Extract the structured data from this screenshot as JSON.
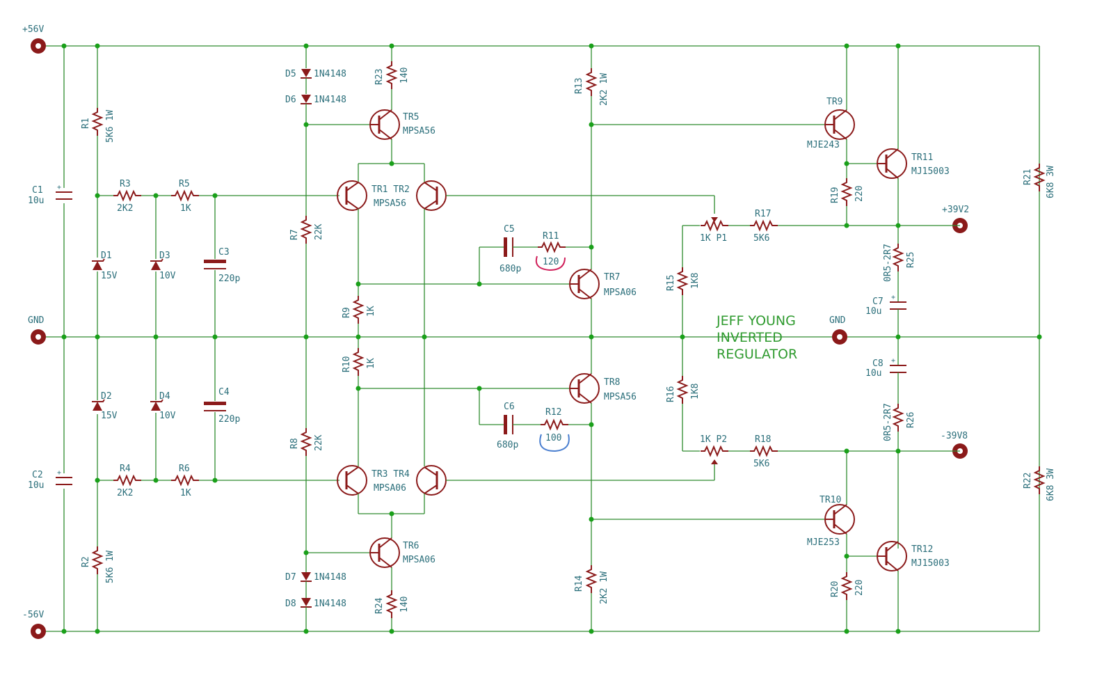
{
  "title_lines": [
    "JEFF YOUNG",
    "INVERTED",
    "REGULATOR"
  ],
  "rails": {
    "pos": "+56V",
    "gnd": "GND",
    "neg": "-56V",
    "out_pos": "+39V2",
    "out_gnd": "GND",
    "out_neg": "-39V8"
  },
  "labels": {
    "c1": "C1",
    "c1v": "10u",
    "c2": "C2",
    "c2v": "10u",
    "r1": "R1",
    "r1v": "5K6 1W",
    "r2": "R2",
    "r2v": "5K6 1W",
    "r3": "R3",
    "r3v": "2K2",
    "r4": "R4",
    "r4v": "2K2",
    "r5": "R5",
    "r5v": "1K",
    "r6": "R6",
    "r6v": "1K",
    "d1": "D1",
    "d1v": "15V",
    "d2": "D2",
    "d2v": "15V",
    "d3": "D3",
    "d3v": "10V",
    "d4": "D4",
    "d4v": "10V",
    "c3": "C3",
    "c3v": "220p",
    "c4": "C4",
    "c4v": "220p",
    "d5": "D5",
    "d5v": "1N4148",
    "d6": "D6",
    "d6v": "1N4148",
    "d7": "D7",
    "d7v": "1N4148",
    "d8": "D8",
    "d8v": "1N4148",
    "r7": "R7",
    "r7v": "22K",
    "r8": "R8",
    "r8v": "22K",
    "r23": "R23",
    "r23v": "140",
    "r24": "R24",
    "r24v": "140",
    "tr5": "TR5",
    "tr5v": "MPSA56",
    "tr6": "TR6",
    "tr6v": "MPSA06",
    "tr12a": "TR1 TR2",
    "tr12v": "MPSA56",
    "tr34a": "TR3 TR4",
    "tr34v": "MPSA06",
    "r9": "R9",
    "r9v": "1K",
    "r10": "R10",
    "r10v": "1K",
    "c5": "C5",
    "c5v": "680p",
    "c6": "C6",
    "c6v": "680p",
    "r11": "R11",
    "r11v": "120",
    "r12": "R12",
    "r12v": "100",
    "tr7": "TR7",
    "tr7v": "MPSA06",
    "tr8": "TR8",
    "tr8v": "MPSA56",
    "r13": "R13",
    "r13v": "2K2 1W",
    "r14": "R14",
    "r14v": "2K2 1W",
    "r15": "R15",
    "r15v": "1K8",
    "r16": "R16",
    "r16v": "1K8",
    "p1": "1K  P1",
    "p2": "1K  P2",
    "r17": "R17",
    "r17v": "5K6",
    "r18": "R18",
    "r18v": "5K6",
    "tr9": "TR9",
    "tr9v": "MJE243",
    "tr10": "TR10",
    "tr10v": "MJE253",
    "tr11": "TR11",
    "tr11v": "MJ15003",
    "tr12": "TR12",
    "tr12v2": "MJ15003",
    "r19": "R19",
    "r19v": "220",
    "r20": "R20",
    "r20v": "220",
    "r25": "R25",
    "r25v": "0R5-2R7",
    "r26": "R26",
    "r26v": "0R5-2R7",
    "c7": "C7",
    "c7v": "10u",
    "c8": "C8",
    "c8v": "10u",
    "r21": "R21",
    "r21v": "6K8 3W",
    "r22": "R22",
    "r22v": "6K8 3W"
  },
  "colors": {
    "wire": "#2e8b2e",
    "component": "#8b1a1a",
    "label": "#2a6e7a",
    "title": "#2e9a2e",
    "mark_red": "#d0205a",
    "mark_blue": "#4a7fd0"
  }
}
